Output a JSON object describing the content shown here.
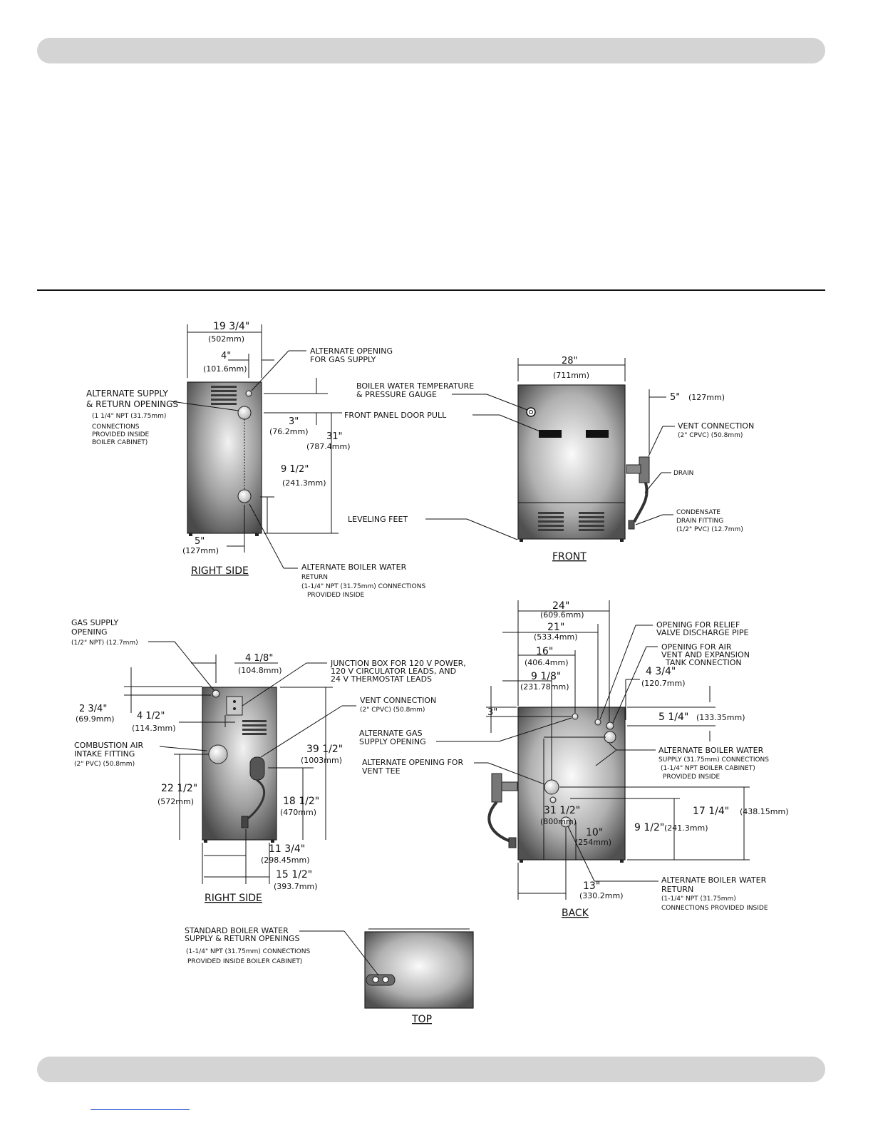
{
  "right_side_1": {
    "title": "RIGHT SIDE",
    "w_in": "19 3/4\"",
    "w_mm": "(502mm)",
    "d4_in": "4\"",
    "d4_mm": "(101.6mm)",
    "d3_in": "3\"",
    "d3_mm": "(76.2mm)",
    "d31_in": "31\"",
    "d31_mm": "(787.4mm)",
    "d95_in": "9 1/2\"",
    "d95_mm": "(241.3mm)",
    "d5_in": "5\"",
    "d5_mm": "(127mm)",
    "alt_gas_1": "ALTERNATE OPENING",
    "alt_gas_2": "FOR GAS SUPPLY",
    "alt_sup_1": "ALTERNATE SUPPLY",
    "alt_sup_2": "& RETURN OPENINGS",
    "alt_sup_3": "(1 1/4\" NPT (31.75mm)",
    "alt_sup_4": "CONNECTIONS",
    "alt_sup_5": "PROVIDED INSIDE",
    "alt_sup_6": "BOILER CABINET)",
    "ret_1": "ALTERNATE BOILER WATER",
    "ret_2": "RETURN",
    "ret_3": "(1-1/4\" NPT (31.75mm) CONNECTIONS",
    "ret_4": "PROVIDED INSIDE"
  },
  "front": {
    "title": "FRONT",
    "w_in": "28\"",
    "w_mm": "(711mm)",
    "gauge_1": "BOILER WATER TEMPERATURE",
    "gauge_2": "& PRESSURE GAUGE",
    "door_pull": "FRONT PANEL DOOR PULL",
    "leveling": "LEVELING FEET",
    "d5_in": "5\"",
    "d5_mm": "(127mm)",
    "vent_1": "VENT CONNECTION",
    "vent_2": "(2\" CPVC) (50.8mm)",
    "drain": "DRAIN",
    "cond_1": "CONDENSATE",
    "cond_2": "DRAIN FITTING",
    "cond_3": "(1/2\" PVC) (12.7mm)"
  },
  "right_side_2": {
    "title": "RIGHT SIDE",
    "gas_1": "GAS SUPPLY",
    "gas_2": "OPENING",
    "gas_3": "(1/2\" NPT) (12.7mm)",
    "d418_in": "4 1/8\"",
    "d418_mm": "(104.8mm)",
    "jb_1": "JUNCTION BOX FOR 120 V POWER,",
    "jb_2": "120 V CIRCULATOR LEADS, AND",
    "jb_3": "24 V THERMOSTAT LEADS",
    "d234_in": "2 3/4\"",
    "d234_mm": "(69.9mm)",
    "d412_in": "4 1/2\"",
    "d412_mm": "(114.3mm)",
    "vent_1": "VENT CONNECTION",
    "vent_2": "(2\" CPVC) (50.8mm)",
    "d3912_in": "39 1/2\"",
    "d3912_mm": "(1003mm)",
    "comb_1": "COMBUSTION AIR",
    "comb_2": "INTAKE FITTING",
    "comb_3": "(2\" PVC) (50.8mm)",
    "d2212_in": "22 1/2\"",
    "d2212_mm": "(572mm)",
    "d1812_in": "18 1/2\"",
    "d1812_mm": "(470mm)",
    "d1134_in": "11 3/4\"",
    "d1134_mm": "(298.45mm)",
    "d1512_in": "15 1/2\"",
    "d1512_mm": "(393.7mm)"
  },
  "back": {
    "title": "BACK",
    "d24_in": "24\"",
    "d24_mm": "(609.6mm)",
    "d21_in": "21\"",
    "d21_mm": "(533.4mm)",
    "d16_in": "16\"",
    "d16_mm": "(406.4mm)",
    "d918_in": "9 1/8\"",
    "d918_mm": "(231.78mm)",
    "relief_1": "OPENING FOR RELIEF",
    "relief_2": "VALVE DISCHARGE PIPE",
    "airvent_1": "OPENING FOR AIR",
    "airvent_2": "VENT AND EXPANSION",
    "airvent_3": "TANK CONNECTION",
    "d434_in": "4 3/4\"",
    "d434_mm": "(120.7mm)",
    "d3_in": "3\"",
    "d514_in": "5 1/4\"",
    "d514_mm": "(133.35mm)",
    "altgas_1": "ALTERNATE GAS",
    "altgas_2": "SUPPLY OPENING",
    "altvent_1": "ALTERNATE OPENING FOR",
    "altvent_2": "VENT TEE",
    "sup_1": "ALTERNATE BOILER WATER",
    "sup_2": "SUPPLY (31.75mm) CONNECTIONS",
    "sup_3": "(1-1/4\" NPT BOILER CABINET)",
    "sup_4": "PROVIDED INSIDE",
    "d1714_in": "17 1/4\"",
    "d1714_mm": "(438.15mm)",
    "d3112_in": "31 1/2\"",
    "d3112_mm": "(800mm)",
    "d10_in": "10\"",
    "d10_mm": "(254mm)",
    "d912_in": "9 1/2\"",
    "d912_mm": "(241.3mm)",
    "d13_in": "13\"",
    "d13_mm": "(330.2mm)",
    "ret_1": "ALTERNATE BOILER WATER",
    "ret_2": "RETURN",
    "ret_3": "(1-1/4\" NPT (31.75mm)",
    "ret_4": "CONNECTIONS PROVIDED INSIDE"
  },
  "top": {
    "title": "TOP",
    "std_1": "STANDARD BOILER WATER",
    "std_2": "SUPPLY & RETURN OPENINGS",
    "std_3": "(1-1/4\" NPT (31.75mm) CONNECTIONS",
    "std_4": "PROVIDED INSIDE   BOILER CABINET)"
  }
}
